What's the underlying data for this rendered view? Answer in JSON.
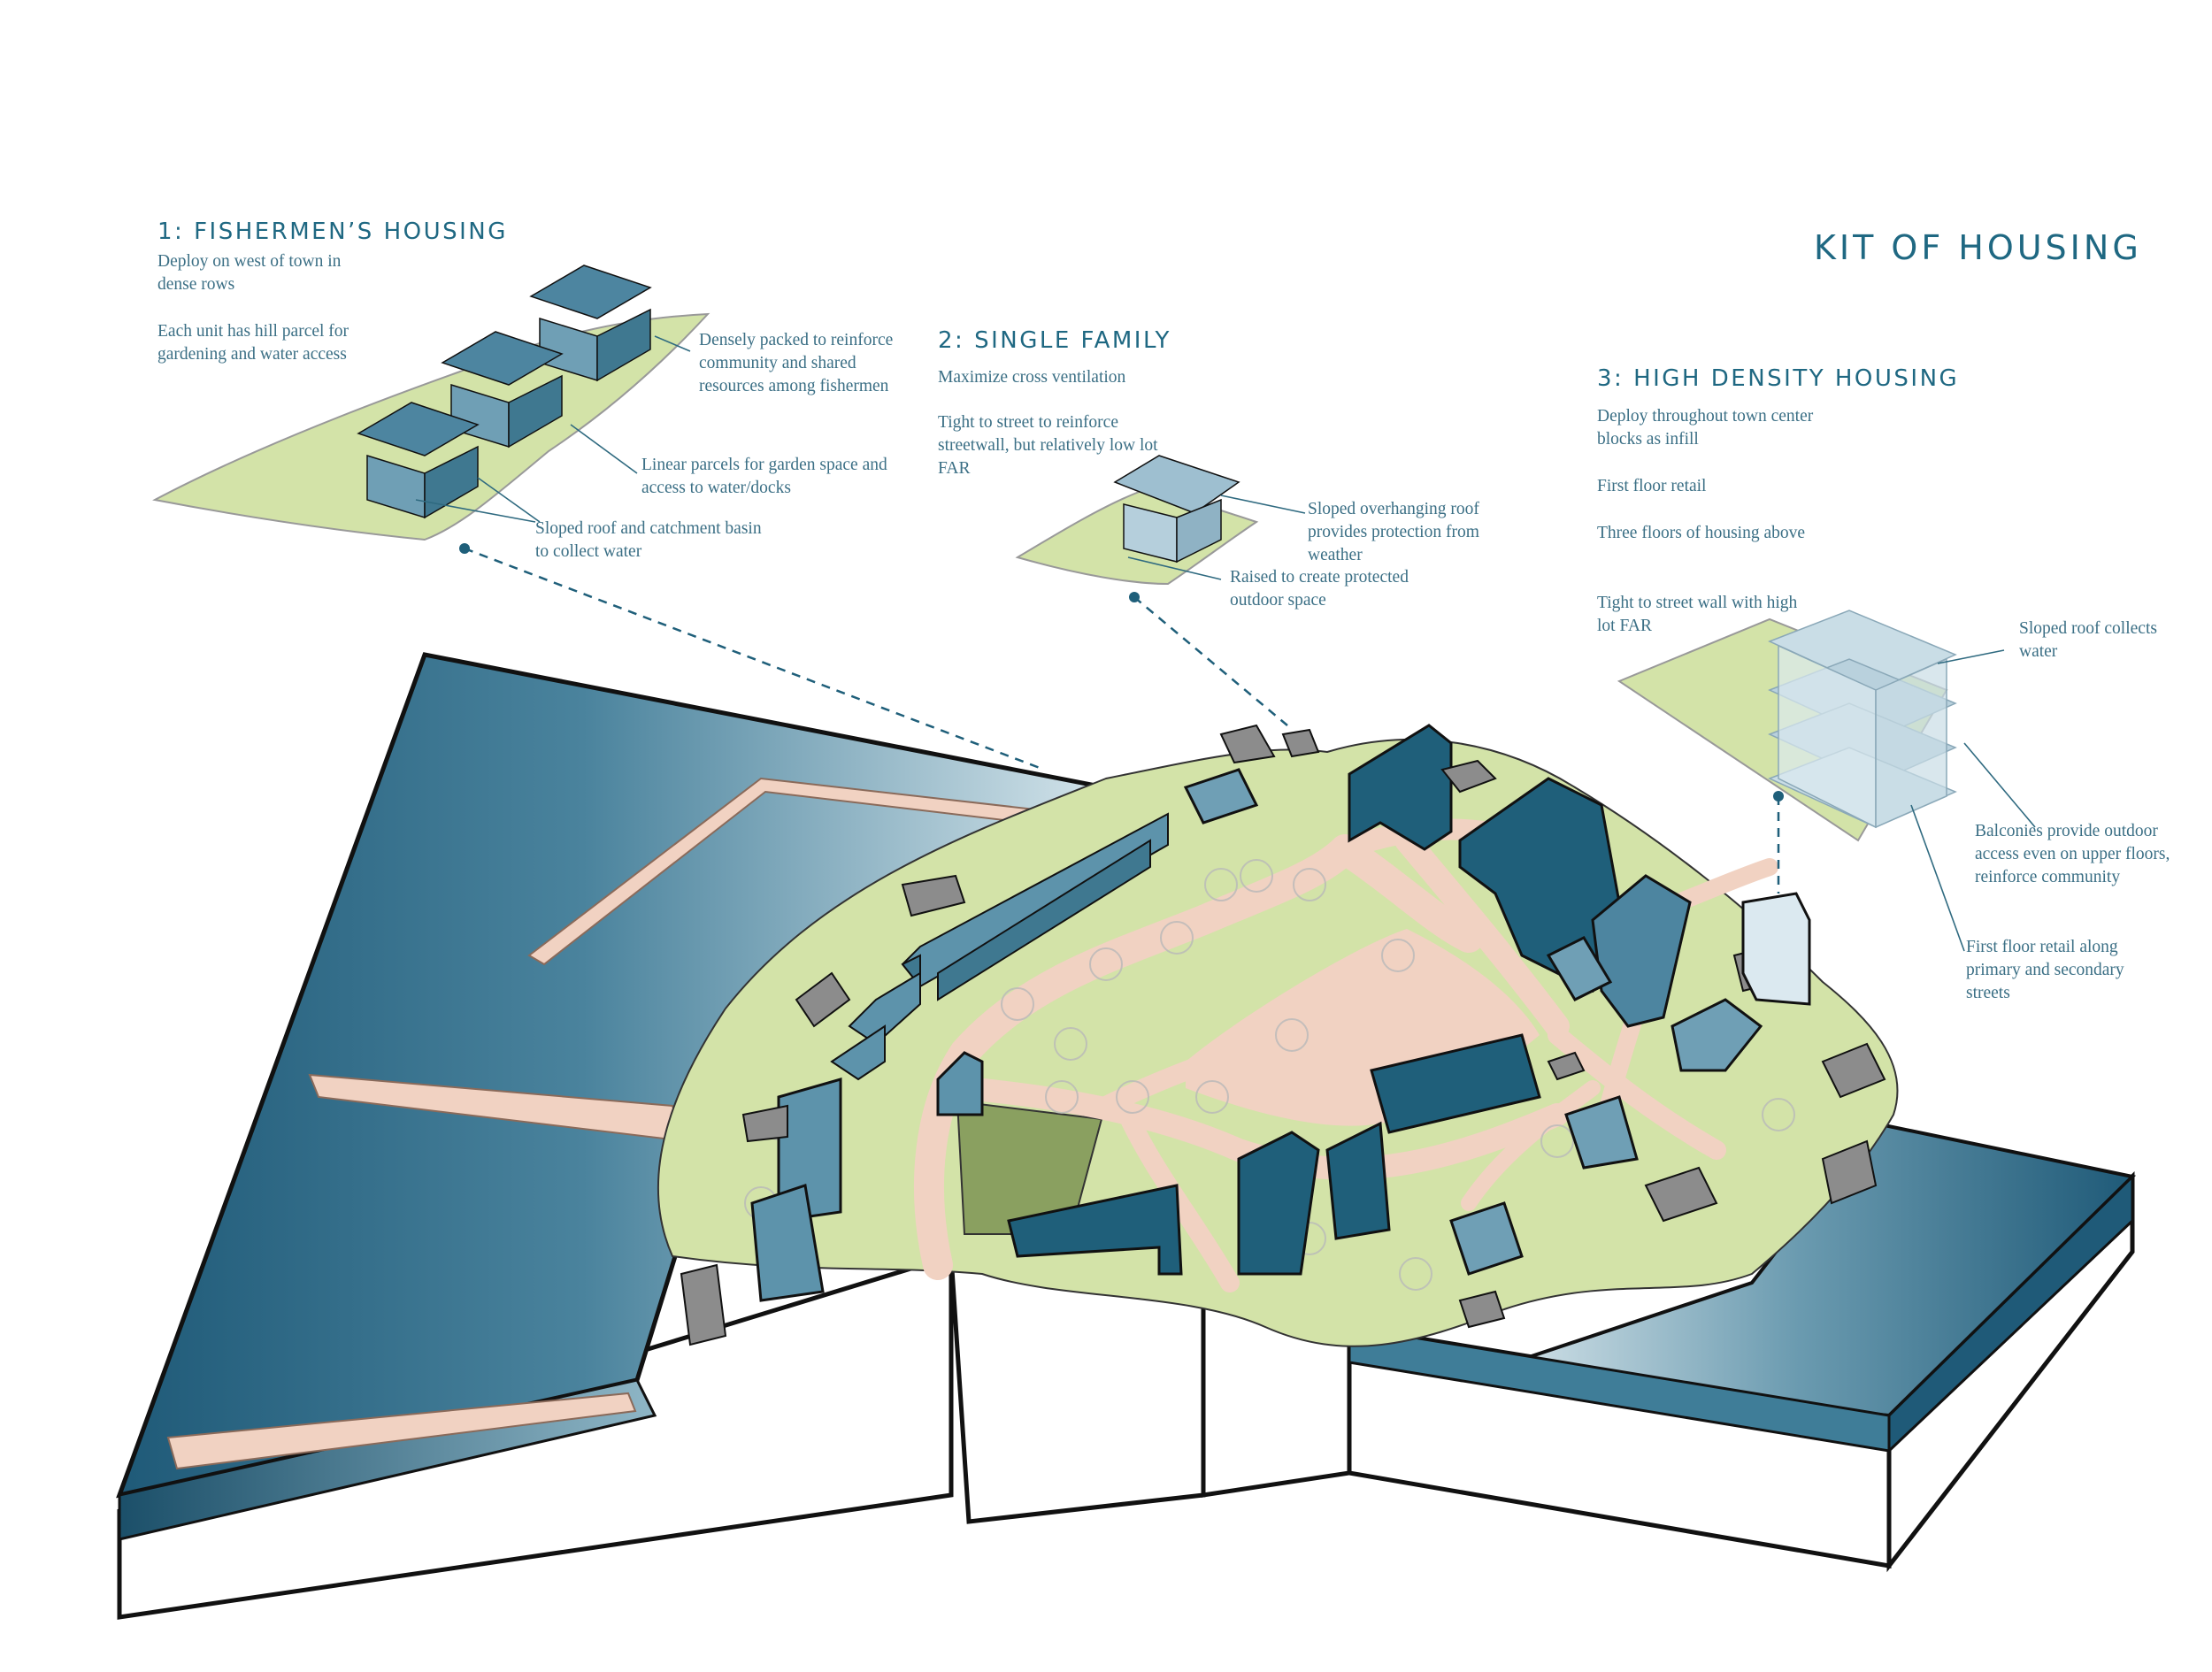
{
  "title": "KIT OF HOUSING",
  "sections": [
    {
      "title": "1: FISHERMEN’S HOUSING",
      "notes": [
        "Deploy on west of town in dense rows",
        "Each unit has hill parcel for gardening and water access"
      ],
      "callouts": [
        "Densely packed to reinforce community and shared resources among fishermen",
        "Linear parcels for garden space and access to water/docks",
        "Sloped roof and catchment basin to collect water"
      ]
    },
    {
      "title": "2: SINGLE FAMILY",
      "notes": [
        "Maximize cross ventilation",
        "Tight to street to reinforce streetwall, but relatively low lot FAR"
      ],
      "callouts": [
        "Sloped overhanging roof provides protection from weather",
        "Raised to create protected outdoor space"
      ]
    },
    {
      "title": "3: HIGH DENSITY HOUSING",
      "notes": [
        "Deploy throughout town center blocks as infill",
        "First floor retail",
        "Three floors of housing above",
        "Tight to street wall with high lot FAR"
      ],
      "callouts": [
        "Sloped roof collects water",
        "Balconies provide outdoor access even on upper floors, reinforce community",
        "First floor retail along primary and secondary streets"
      ]
    }
  ],
  "colors": {
    "water_dark": "#1f5f7a",
    "water_light": "#dceaf0",
    "land": "#d3e3a8",
    "street": "#f1d2c2",
    "building_blue": "#1f5f7a",
    "building_light": "#6f9fb5",
    "building_grey": "#8c8c8c",
    "park": "#8aa060",
    "text": "#1f6882"
  }
}
